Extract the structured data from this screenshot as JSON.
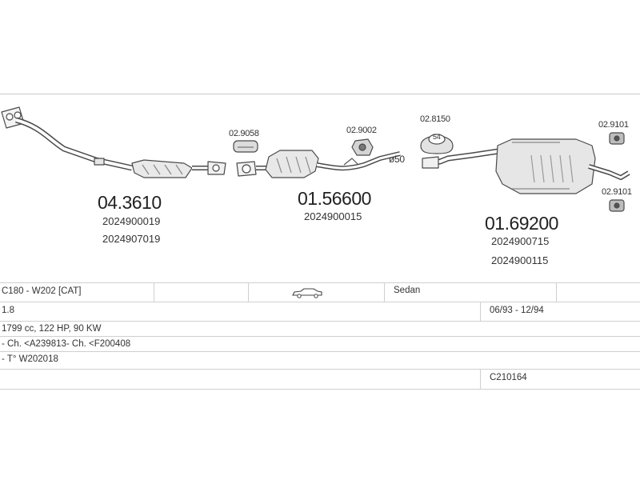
{
  "parts": {
    "front": {
      "number": "04.3610",
      "oem": [
        "2024900019",
        "2024907019"
      ]
    },
    "mid": {
      "number": "01.56600",
      "oem": [
        "2024900015"
      ]
    },
    "rear": {
      "number": "01.69200",
      "oem": [
        "2024900715",
        "2024900115"
      ]
    },
    "clamp_1": "02.9058",
    "clamp_2": "02.9002",
    "clamp_3": "02.8150",
    "clamp_3_size": "54",
    "hanger_top": "02.9101",
    "hanger_bottom": "02.9101",
    "diameter": "ø50"
  },
  "table": {
    "model": "C180 - W202  [CAT]",
    "body_type": "Sedan",
    "engine": "1.8",
    "date_range": "06/93 - 12/94",
    "specs": "1799 cc, 122 HP, 90 KW",
    "chassis": "- Ch. <A239813- Ch. <F200408",
    "type_code": "- T° W202018",
    "ref_code": "C210164",
    "car_icon": "sedan-car-icon"
  }
}
